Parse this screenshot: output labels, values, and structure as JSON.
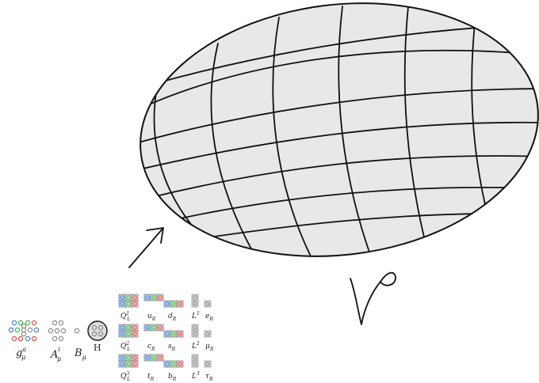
{
  "manifold_label": "V",
  "field_labels": {
    "gluon": "g",
    "gluon_sup": "a",
    "gluon_sub": "μ",
    "weak": "A",
    "weak_sup": "i",
    "weak_sub": "μ",
    "hypercharge": "B",
    "hypercharge_sub": "μ",
    "higgs": "H"
  },
  "fermion_rows": [
    {
      "quark": "Q",
      "quark_sup": "1",
      "quark_sub": "L",
      "up": "u",
      "up_sub": "R",
      "down": "d",
      "down_sub": "R",
      "lepton": "L",
      "lepton_sup": "1",
      "charged": "e",
      "charged_sub": "R"
    },
    {
      "quark": "Q",
      "quark_sup": "2",
      "quark_sub": "L",
      "up": "c",
      "up_sub": "R",
      "down": "s",
      "down_sub": "R",
      "lepton": "L",
      "lepton_sup": "2",
      "charged": "μ",
      "charged_sub": "R"
    },
    {
      "quark": "Q",
      "quark_sup": "3",
      "quark_sub": "L",
      "up": "t",
      "up_sub": "R",
      "down": "b",
      "down_sub": "R",
      "lepton": "L",
      "lepton_sup": "3",
      "charged": "τ",
      "charged_sub": "R"
    }
  ],
  "colors": {
    "manifold_fill": "#e8e8e8",
    "ink": "#111111",
    "color_red": "#e04848",
    "color_green": "#3ab54a",
    "color_blue": "#3a7fd9",
    "box_blue": "#b9d3f2",
    "box_green": "#bfe6c0",
    "box_red": "#f5c2c2",
    "box_gray": "#d4d4d4"
  }
}
